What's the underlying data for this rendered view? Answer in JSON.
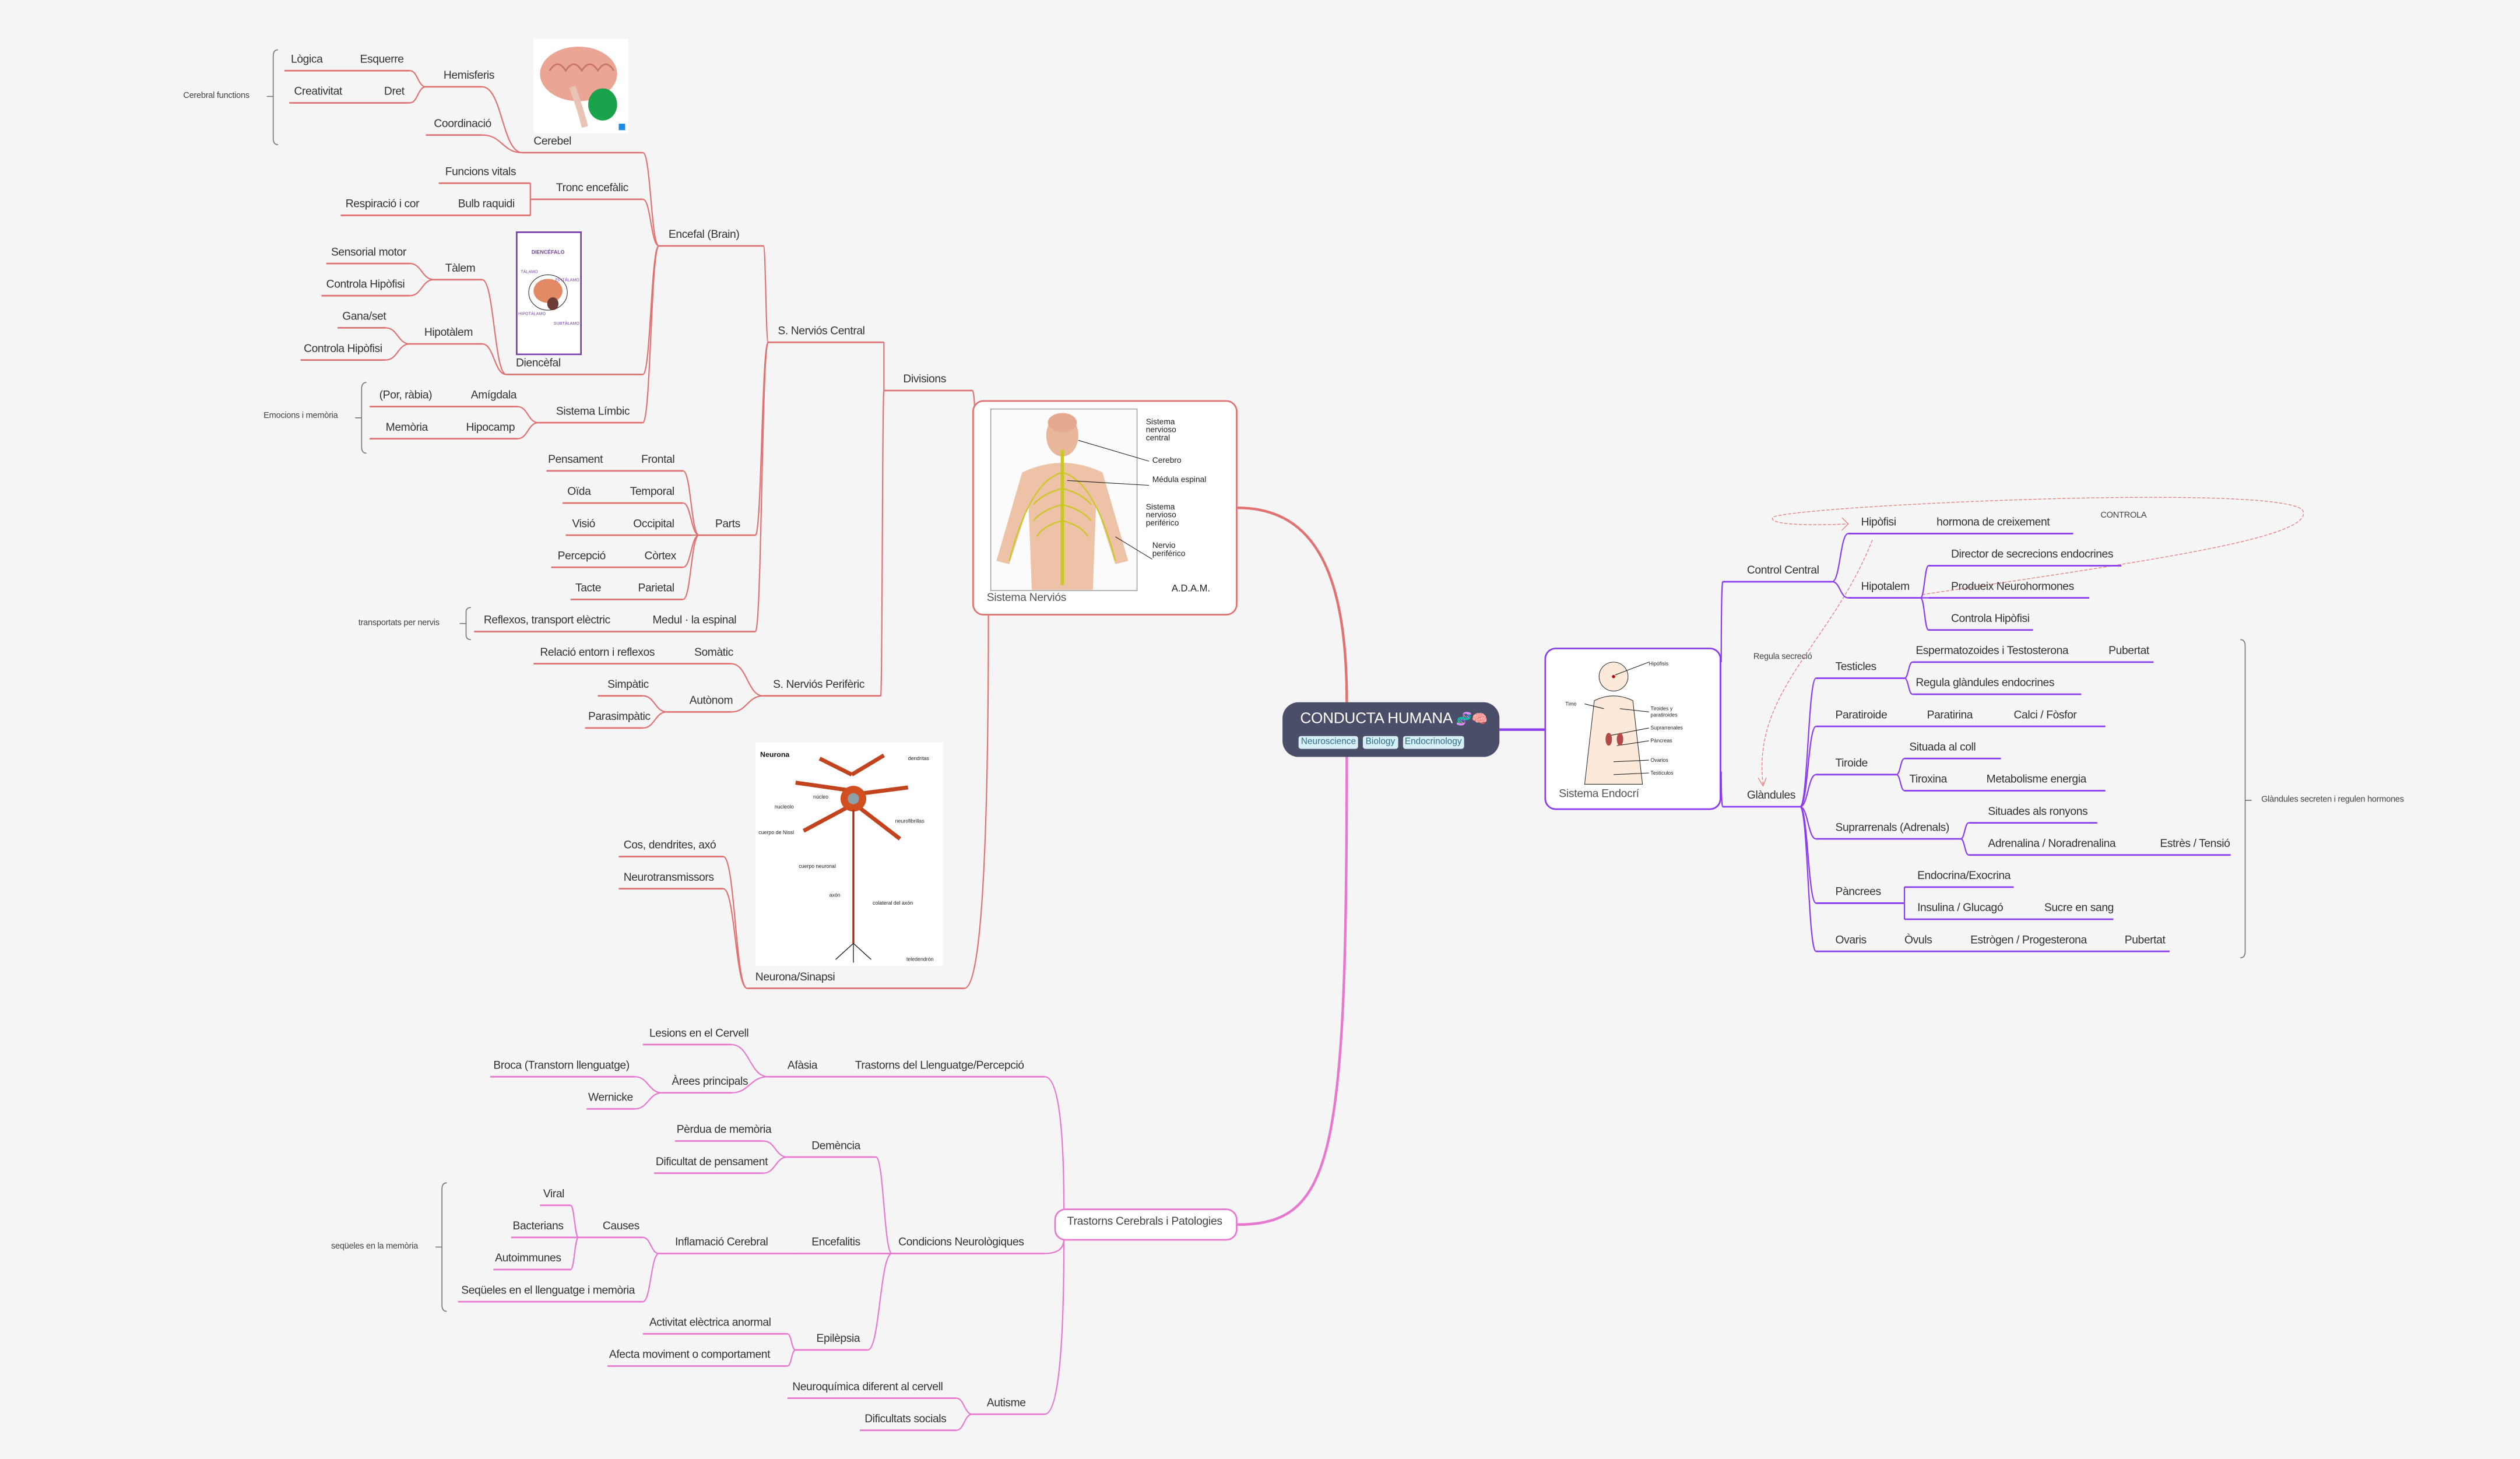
{
  "root": {
    "title": "CONDUCTA HUMANA",
    "emoji": "🧬🧠",
    "tags": [
      "Neuroscience",
      "Biology",
      "Endocrinology"
    ]
  },
  "colors": {
    "nervous": "#e07272",
    "disorders": "#e878cf",
    "endocrine": "#8a3cf0",
    "root": "#4b4e69"
  },
  "nervous_box": {
    "caption": "Sistema Nerviós",
    "image_labels": [
      "Sistema",
      "nervioso",
      "central",
      "Cerebro",
      "Médula espinal",
      "Sistema",
      "nervioso",
      "periférico",
      "Nervio",
      "periférico",
      "A.D.A.M."
    ]
  },
  "neuron_image": {
    "labels": [
      "Neurona",
      "dendritas",
      "núcleo",
      "nucleolo",
      "neurofibrillas",
      "cuerpo de Nissl",
      "cuerpo neuronal",
      "axón",
      "colateral del axón",
      "teledendrón"
    ]
  },
  "diencephalon_image": {
    "labels": [
      "DIENCÉFALO",
      "TÁLAMO",
      "HIPOTÁLAMO",
      "EPITÁLAMO",
      "SUBTÁLAMO"
    ]
  },
  "disorders_box": {
    "caption": "Trastorns Cerebrals i Patologies"
  },
  "endocrine_box": {
    "caption": "Sistema Endocrí",
    "image_labels": [
      "Hipófisis",
      "Timo",
      "Tiroides y",
      "paratiroides",
      "Suprarrenales",
      "Páncreas",
      "Ovarios",
      "Testículos"
    ]
  },
  "notes": {
    "cerebral_functions": "Cerebral functions",
    "emocions": "Emocions i memòria",
    "transportats": "transportats per nervis",
    "sequeles": "seqüeles en la memòria",
    "glandules_note": "Glàndules secreten i regulen hormones",
    "controla": "CONTROLA",
    "regula_secrecio": "Regula secreció"
  },
  "nodes": {
    "divisions": [
      "Divisions"
    ],
    "snc": [
      "S. Nerviós Central"
    ],
    "encefal": [
      "Encefal (Brain)"
    ],
    "cerebel": [
      "Cerebel"
    ],
    "hemisferis": [
      "Hemisferis"
    ],
    "esquerre": [
      "Lògica",
      "Esquerre"
    ],
    "dret": [
      "Creativitat",
      "Dret"
    ],
    "coordinacio": [
      "Coordinació"
    ],
    "tronc": [
      "Tronc encefàlic"
    ],
    "funcions": [
      "Funcions vitals"
    ],
    "bulb": [
      "Respiració i cor",
      "Bulb raquidi"
    ],
    "diencefal": [
      "Diencèfal"
    ],
    "talem": [
      "Tàlem"
    ],
    "sensorial": [
      "Sensorial motor"
    ],
    "controla1": [
      "Controla Hipòfisi"
    ],
    "hipotalem": [
      "Hipotàlem"
    ],
    "gana": [
      "Gana/set"
    ],
    "controla2": [
      "Controla Hipòfisi"
    ],
    "limbic": [
      "Sistema Límbic"
    ],
    "amigdala": [
      "(Por, ràbia)",
      "Amígdala"
    ],
    "hipocamp": [
      "Memòria",
      "Hipocamp"
    ],
    "parts": [
      "Parts"
    ],
    "frontal": [
      "Pensament",
      "Frontal"
    ],
    "temporal": [
      "Oïda",
      "Temporal"
    ],
    "occipital": [
      "Visió",
      "Occipital"
    ],
    "cortex": [
      "Percepció",
      "Còrtex"
    ],
    "parietal": [
      "Tacte",
      "Parietal"
    ],
    "medulla": [
      "Reflexos, transport elèctric",
      "Medul · la espinal"
    ],
    "snp": [
      "S. Nerviós Perifèric"
    ],
    "somatic": [
      "Relació entorn i reflexos",
      "Somàtic"
    ],
    "autonom": [
      "Autònom"
    ],
    "simpatic": [
      "Simpàtic"
    ],
    "parasimpatic": [
      "Parasimpàtic"
    ],
    "neurona": [
      "Neurona/Sinapsi"
    ],
    "cos": [
      "Cos, dendrites, axó"
    ],
    "neurotrans": [
      "Neurotransmissors"
    ],
    "tllp": [
      "Trastorns del Llenguatge/Percepció"
    ],
    "afasia": [
      "Afàsia"
    ],
    "lesions": [
      "Lesions en el Cervell"
    ],
    "arees": [
      "Àrees principals"
    ],
    "broca": [
      "Broca (Transtorn llenguatge)"
    ],
    "wernicke": [
      "Wernicke"
    ],
    "cn": [
      "Condicions Neurològiques"
    ],
    "demencia": [
      "Demència"
    ],
    "perdua": [
      "Pèrdua de memòria"
    ],
    "dificultat": [
      "Dificultat de pensament"
    ],
    "encefalitis": [
      "Encefalitis"
    ],
    "inflamacio": [
      "Inflamació Cerebral"
    ],
    "causes": [
      "Causes"
    ],
    "viral": [
      "Viral"
    ],
    "bacterians": [
      "Bacterians"
    ],
    "autoimmunes": [
      "Autoimmunes"
    ],
    "sequeles": [
      "Seqüeles en el llenguatge i memòria"
    ],
    "epilepsia": [
      "Epilèpsia"
    ],
    "activitat": [
      "Activitat elèctrica anormal"
    ],
    "afecta": [
      "Afecta moviment o comportament"
    ],
    "autisme": [
      "Autisme"
    ],
    "neuroquimica": [
      "Neuroquímica diferent al cervell"
    ],
    "dificultats": [
      "Dificultats socials"
    ],
    "control": [
      "Control Central"
    ],
    "hipofisi": [
      "Hipòfisi",
      "hormona de creixement"
    ],
    "hipotalem2": [
      "Hipotalem"
    ],
    "director": [
      "Director de secrecions endocrines"
    ],
    "produeix": [
      "Produeix Neurohormones"
    ],
    "controla3": [
      "Controla Hipòfisi"
    ],
    "glandules": [
      "Glàndules"
    ],
    "testicles": [
      "Testicles"
    ],
    "esperma": [
      "Espermatozoides i Testosterona",
      "Pubertat"
    ],
    "regula": [
      "Regula glàndules endocrines"
    ],
    "paratiroide": [
      "Paratiroide",
      "Paratirina",
      "Calci / Fòsfor"
    ],
    "tiroide": [
      "Tiroide"
    ],
    "situada": [
      "Situada al coll"
    ],
    "tiroxina": [
      "Tiroxina",
      "Metabolisme energia"
    ],
    "suprarrenals": [
      "Suprarrenals (Adrenals)"
    ],
    "ronyons": [
      "Situades als ronyons"
    ],
    "adrenalina": [
      "Adrenalina / Noradrenalina",
      "Estrès / Tensió"
    ],
    "pancrees": [
      "Pàncrees"
    ],
    "endocrina": [
      "Endocrina/Exocrina"
    ],
    "insulina": [
      "Insulina / Glucagó",
      "Sucre en sang"
    ],
    "ovaris": [
      "Ovaris",
      "Òvuls",
      "Estrògen / Progesterona",
      "Pubertat"
    ]
  }
}
